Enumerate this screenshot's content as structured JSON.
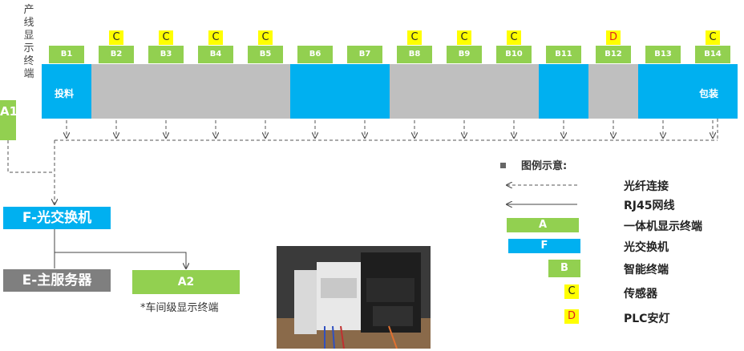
{
  "vertical_label": "产线显示终端",
  "a1_label": "A1",
  "segments": [
    {
      "tag": "B1",
      "sensor": "",
      "color": "blue",
      "text": "投料"
    },
    {
      "tag": "B2",
      "sensor": "C",
      "color": "gray",
      "text": ""
    },
    {
      "tag": "B3",
      "sensor": "C",
      "color": "gray",
      "text": ""
    },
    {
      "tag": "B4",
      "sensor": "C",
      "color": "gray",
      "text": ""
    },
    {
      "tag": "B5",
      "sensor": "C",
      "color": "gray",
      "text": ""
    },
    {
      "tag": "B6",
      "sensor": "",
      "color": "blue",
      "text": ""
    },
    {
      "tag": "B7",
      "sensor": "",
      "color": "blue",
      "text": ""
    },
    {
      "tag": "B8",
      "sensor": "C",
      "color": "gray",
      "text": ""
    },
    {
      "tag": "B9",
      "sensor": "C",
      "color": "gray",
      "text": ""
    },
    {
      "tag": "B10",
      "sensor": "C",
      "color": "gray",
      "text": ""
    },
    {
      "tag": "B11",
      "sensor": "",
      "color": "blue",
      "text": ""
    },
    {
      "tag": "B12",
      "sensor": "D",
      "color": "gray",
      "text": ""
    },
    {
      "tag": "B13",
      "sensor": "",
      "color": "blue",
      "text": ""
    },
    {
      "tag": "B14",
      "sensor": "C",
      "color": "blue",
      "text": "包装"
    }
  ],
  "switch_label": "F-光交换机",
  "server_label": "E-主服务器",
  "a2_label": "A2",
  "a2_caption": "*车间级显示终端",
  "legend": {
    "title": "图例示意:",
    "items": [
      {
        "key": "",
        "label": "光纤连接",
        "kind": "dashed-arrow"
      },
      {
        "key": "",
        "label": "RJ45网线",
        "kind": "solid-arrow"
      },
      {
        "key": "A",
        "label": "一体机显示终端",
        "kind": "green"
      },
      {
        "key": "F",
        "label": "光交换机",
        "kind": "blue"
      },
      {
        "key": "B",
        "label": "智能终端",
        "kind": "green-small"
      },
      {
        "key": "C",
        "label": "传感器",
        "kind": "yellow"
      },
      {
        "key": "D",
        "label": "PLC安灯",
        "kind": "yellow-red"
      }
    ]
  },
  "colors": {
    "green": "#92d050",
    "blue": "#00b0f0",
    "gray": "#bfbfbf",
    "yellow": "#ffff00",
    "server": "#7f7f7f"
  }
}
